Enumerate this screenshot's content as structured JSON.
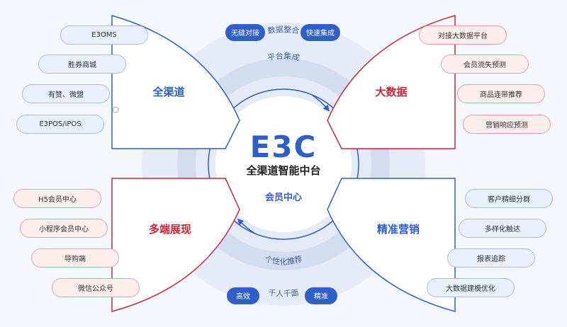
{
  "brand": {
    "logo_text": "E3C",
    "title": "全渠道智能中台",
    "subtitle": "会员中心"
  },
  "rings": {
    "outer_top": "数据整合",
    "inner_top": "平台集成",
    "inner_bottom": "个性化推荐",
    "outer_bottom": "千人千面"
  },
  "badges": {
    "top_left": "无缝对接",
    "top_right": "快速集成",
    "bottom_left": "高效",
    "bottom_right": "精准"
  },
  "quadrants": {
    "top_left": {
      "title": "全渠道",
      "items": [
        "E3OMS",
        "胜券商城",
        "有赞、微盟",
        "E3POS/iPOS"
      ]
    },
    "top_right": {
      "title": "大数据",
      "items": [
        "对接大数据平台",
        "会员流失预测",
        "商品连带推荐",
        "营销响应预测"
      ]
    },
    "bottom_left": {
      "title": "多端展现",
      "items": [
        "H5会员中心",
        "小程序会员中心",
        "导购端",
        "微信公众号"
      ]
    },
    "bottom_right": {
      "title": "精准营销",
      "items": [
        "客户精细分群",
        "多样化触达",
        "报表追踪",
        "大数据建模优化"
      ]
    }
  },
  "colors": {
    "blue": "#2e5fc6",
    "red": "#c8283a",
    "ring_light": "#dfe6f4",
    "ring_mid": "#cbd6ee",
    "badge": "#2f5fc7"
  }
}
